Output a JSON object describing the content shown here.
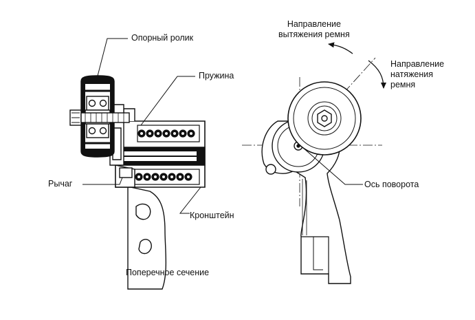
{
  "diagram": {
    "labels": {
      "support_roller": "Опорный ролик",
      "spring": "Пружина",
      "lever": "Рычаг",
      "bracket": "Кронштейн",
      "cross_section": "Поперечное сечение",
      "pull_direction": [
        "Направление",
        "вытяжения ремня"
      ],
      "tension_direction": [
        "Направление",
        "натяжения",
        "ремня"
      ],
      "pivot_axis": "Ось поворота"
    }
  }
}
